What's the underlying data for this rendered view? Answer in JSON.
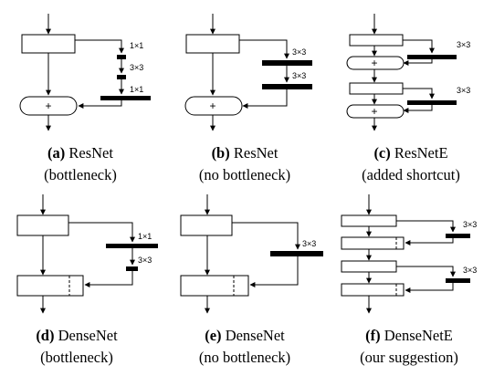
{
  "ops": {
    "plus": "+",
    "conv1": "1×1",
    "conv3": "3×3"
  },
  "captions": [
    {
      "tag": "(a)",
      "name": "ResNet",
      "note": "(bottleneck)"
    },
    {
      "tag": "(b)",
      "name": "ResNet",
      "note": "(no bottleneck)"
    },
    {
      "tag": "(c)",
      "name": "ResNetE",
      "note": "(added shortcut)"
    },
    {
      "tag": "(d)",
      "name": "DenseNet",
      "note": "(bottleneck)"
    },
    {
      "tag": "(e)",
      "name": "DenseNet",
      "note": "(no bottleneck)"
    },
    {
      "tag": "(f)",
      "name": "DenseNetE",
      "note": "(our suggestion)"
    }
  ]
}
